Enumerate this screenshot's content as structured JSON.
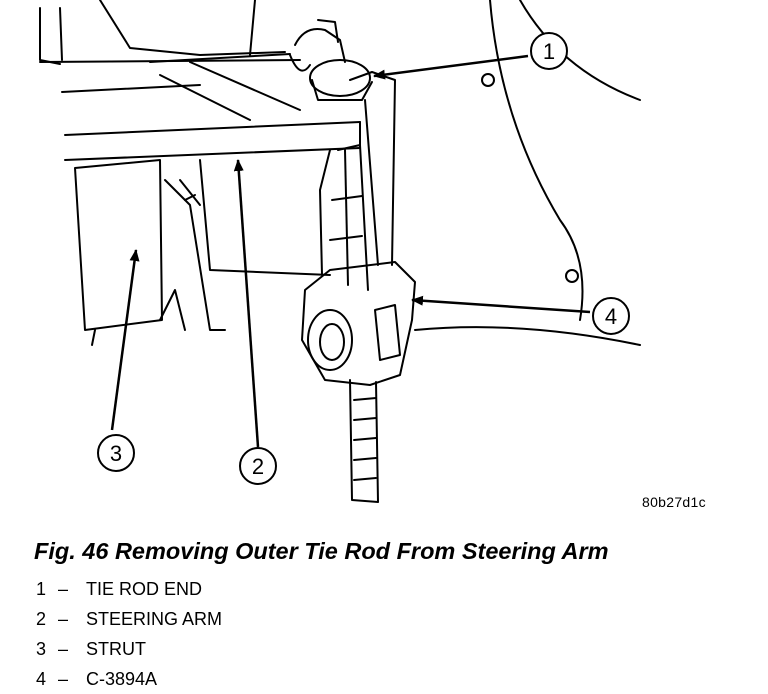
{
  "figure": {
    "callouts": [
      {
        "number": "1",
        "label": "TIE ROD END"
      },
      {
        "number": "2",
        "label": "STEERING ARM"
      },
      {
        "number": "3",
        "label": "STRUT"
      },
      {
        "number": "4",
        "label": "C-3894A"
      }
    ],
    "image_code": "80b27d1c",
    "caption": "Fig. 46 Removing Outer Tie Rod From Steering Arm",
    "legend_separator": "–"
  }
}
